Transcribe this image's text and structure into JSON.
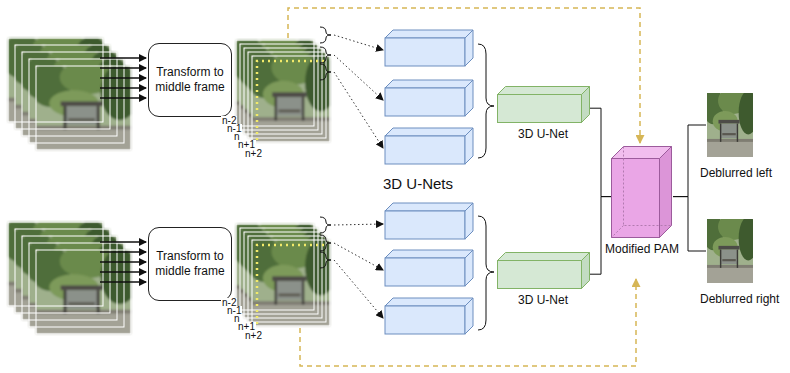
{
  "diagram": {
    "nodes": [
      {
        "text": [
          "Transform to middle frame"
        ]
      },
      {
        "text": [
          "Transform to middle frame"
        ]
      },
      {
        "text": [
          "3D U-Net"
        ]
      },
      {
        "text": [
          "3D U-Net"
        ]
      },
      {
        "text": [
          "Modified PAM"
        ]
      },
      {
        "text": [
          "Deblurred left"
        ]
      },
      {
        "text": [
          "Deblurred right"
        ]
      }
    ],
    "edges": [
      {
        "from": 2,
        "to": 4,
        "arrow": "none"
      },
      {
        "from": 3,
        "to": 4,
        "arrow": "none"
      },
      {
        "from": 4,
        "to": 5,
        "arrow": "none"
      },
      {
        "from": 4,
        "to": 6,
        "arrow": "none"
      }
    ],
    "labels": [
      "3D U-Nets",
      "n-2",
      "n-1",
      "n",
      "n+1",
      "n+2",
      "n-2",
      "n-1",
      "n",
      "n+1",
      "n+2"
    ]
  }
}
